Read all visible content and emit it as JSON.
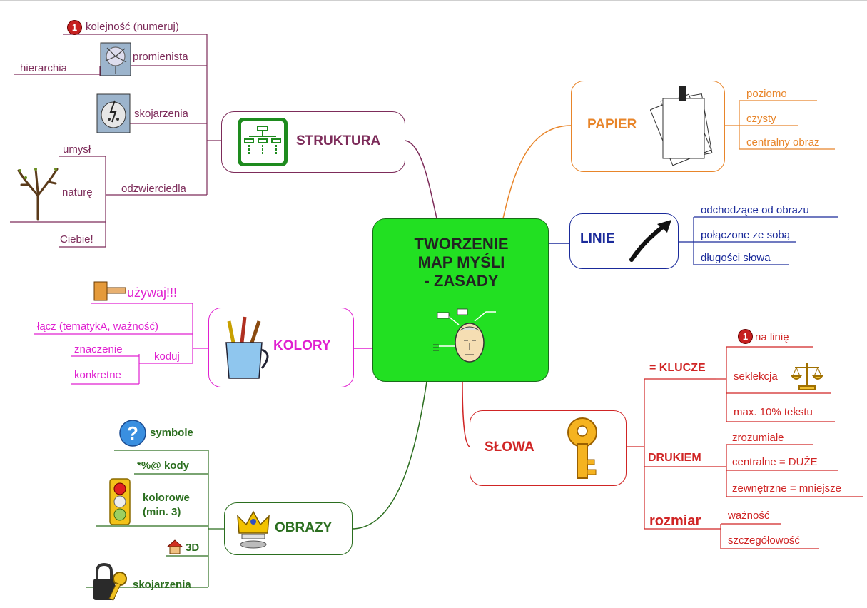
{
  "center": {
    "line1": "TWORZENIE",
    "line2": "MAP MYŚLI",
    "line3": "- ZASADY"
  },
  "struktura": {
    "label": "STRUKTURA",
    "items": {
      "kolejnosc": "kolejność (numeruj)",
      "promienista": "promienista",
      "hierarchia": "hierarchia",
      "skojarzenia": "skojarzenia",
      "odzwierciedla": "odzwierciedla",
      "umysl": "umysł",
      "nature": "naturę",
      "ciebie": "Ciebie!"
    },
    "badge_num": "1"
  },
  "papier": {
    "label": "PAPIER",
    "items": [
      "poziomo",
      "czysty",
      "centralny obraz"
    ]
  },
  "linie": {
    "label": "LINIE",
    "items": [
      "odchodzące od obrazu",
      "połączone ze sobą",
      "długości słowa"
    ]
  },
  "kolory": {
    "label": "KOLORY",
    "items": {
      "uzywaj": "używaj!!!",
      "lacz": "łącz  (tematykA, ważność)",
      "koduj": "koduj",
      "znaczenie": "znaczenie",
      "konkretne": "konkretne"
    }
  },
  "obrazy": {
    "label": "OBRAZY",
    "items": {
      "symbole": "symbole",
      "kody": "*%@  kody",
      "kolorowe1": "kolorowe",
      "kolorowe2": "(min. 3)",
      "trzyd": "3D",
      "skojarzenia": "skojarzenia"
    }
  },
  "slowa": {
    "label": "SŁOWA",
    "klucze": {
      "label": "= KLUCZE",
      "na_linie": "na linię",
      "seklekcja": "seklekcja",
      "max": "max. 10% tekstu",
      "badge_num": "1"
    },
    "drukiem": {
      "label": "DRUKIEM",
      "items": [
        "zrozumiałe",
        "centralne = DUŻE",
        "zewnętrzne = mniejsze"
      ]
    },
    "rozmiar": {
      "label": "rozmiar",
      "items": [
        "ważność",
        "szczegółowość"
      ]
    }
  },
  "colors": {
    "struktura": "#7d2c5a",
    "papier": "#e8852a",
    "linie": "#1a2a9a",
    "kolory": "#e020d0",
    "obrazy": "#2b6e1f",
    "slowa": "#d02525",
    "center": "#22e022"
  }
}
